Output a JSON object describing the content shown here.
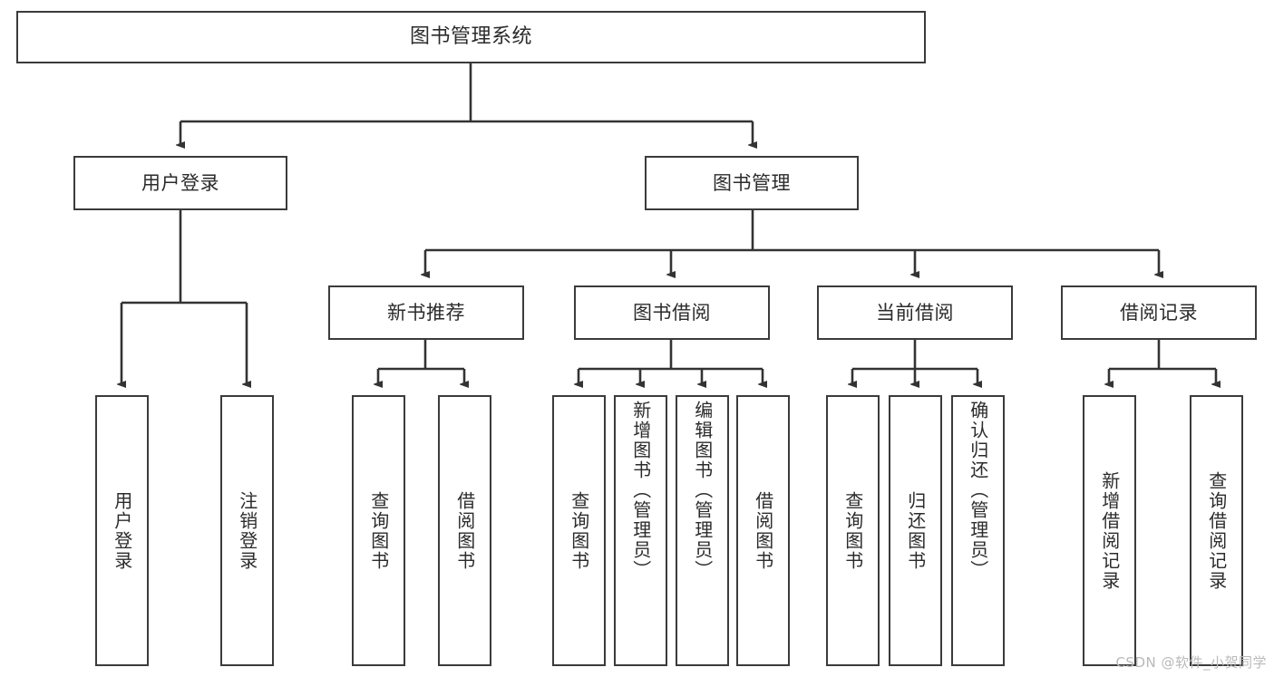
{
  "diagram": {
    "title": "图书管理系统",
    "type": "hierarchy-tree",
    "watermark": "CSDN @软件_小贺同学",
    "colors": {
      "box_border": "#3b3b3b",
      "box_fill": "#ffffff",
      "connector": "#333333",
      "text": "#2b2b2b",
      "watermark": "#b9b9b9"
    },
    "root": {
      "label": "图书管理系统"
    },
    "level1": [
      {
        "label": "用户登录"
      },
      {
        "label": "图书管理"
      }
    ],
    "level2": [
      {
        "label": "新书推荐"
      },
      {
        "label": "图书借阅"
      },
      {
        "label": "当前借阅"
      },
      {
        "label": "借阅记录"
      }
    ],
    "leaves": {
      "user_login": [
        {
          "label": "用户登录"
        },
        {
          "label": "注销登录"
        }
      ],
      "new_book_recommend": [
        {
          "label": "查询图书"
        },
        {
          "label": "借阅图书"
        }
      ],
      "book_borrow": [
        {
          "label": "查询图书"
        },
        {
          "label": "新增图书（管理员）"
        },
        {
          "label": "编辑图书（管理员）"
        },
        {
          "label": "借阅图书"
        }
      ],
      "current_borrow": [
        {
          "label": "查询图书"
        },
        {
          "label": "归还图书"
        },
        {
          "label": "确认归还（管理员）"
        }
      ],
      "borrow_record": [
        {
          "label": "新增借阅记录"
        },
        {
          "label": "查询借阅记录"
        }
      ]
    }
  }
}
